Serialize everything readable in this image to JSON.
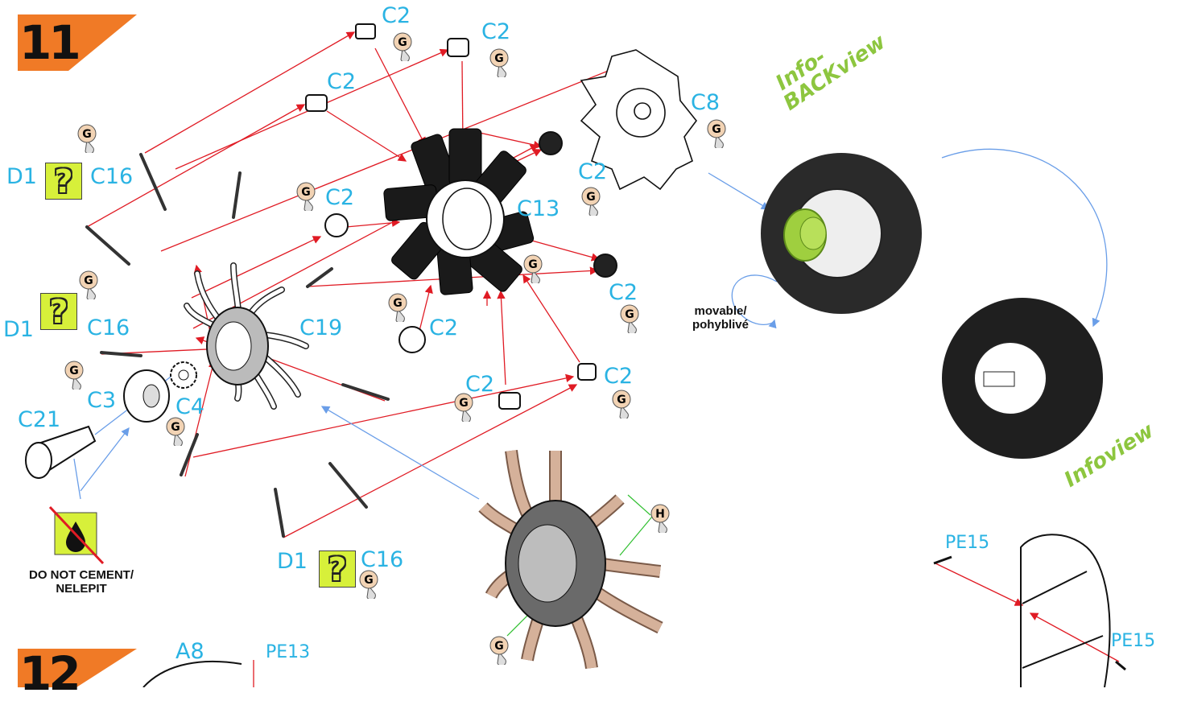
{
  "steps": {
    "step11": "11",
    "step12": "12"
  },
  "colors": {
    "label": "#2ab3e3",
    "arrow": "#e01b24",
    "guide": "#6a9ee8",
    "info": "#8dc63f",
    "qbox": "#d7f03a",
    "badge": "#f2d3b4"
  },
  "part_labels": {
    "c2_a": "C2",
    "c2_b": "C2",
    "c2_c": "C2",
    "c2_d": "C2",
    "c2_e": "C2",
    "c2_f": "C2",
    "c2_g": "C2",
    "c2_h": "C2",
    "c2_i": "C2",
    "c8": "C8",
    "c13": "C13",
    "c19": "C19",
    "c3": "C3",
    "c4": "C4",
    "c21": "C21",
    "d1_a": "D1",
    "c16_a": "C16",
    "d1_b": "D1",
    "c16_b": "C16",
    "d1_c": "D1",
    "c16_c": "C16",
    "a8": "A8",
    "pe13": "PE13",
    "pe15_a": "PE15",
    "pe15_b": "PE15"
  },
  "glue_letters": {
    "g": "G",
    "h": "H"
  },
  "qmark": "?",
  "notes": {
    "movable_1": "movable/",
    "movable_2": "pohyblivé",
    "no_cement_1": "DO NOT CEMENT/",
    "no_cement_2": "NELEPIT"
  },
  "info": {
    "back_1": "Info-",
    "back_2": "BACKview",
    "view": "Infoview"
  }
}
